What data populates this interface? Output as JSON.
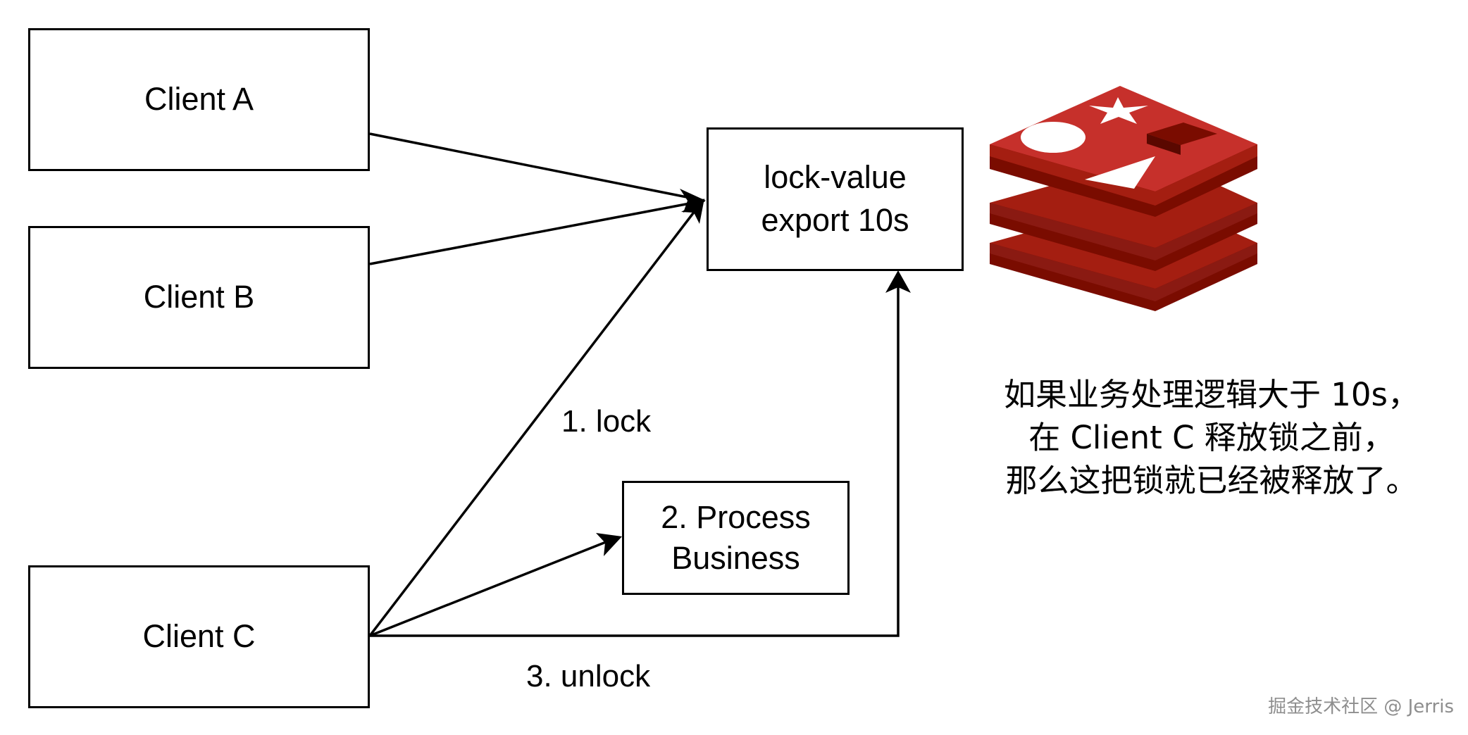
{
  "nodes": {
    "client_a": "Client A",
    "client_b": "Client B",
    "client_c": "Client C",
    "lock_value": [
      "lock-value",
      "export 10s"
    ],
    "process_business": [
      "2. Process",
      "Business"
    ]
  },
  "edges": {
    "lock": "1. lock",
    "unlock": "3. unlock"
  },
  "note": {
    "lines": [
      "如果业务处理逻辑大于 10s，",
      "在 Client C 释放锁之前，",
      "那么这把锁就已经被释放了。"
    ]
  },
  "logo": {
    "name": "redis-logo",
    "colors": {
      "top": "#c6302b",
      "side": "#a41e11",
      "dark": "#7a0c00",
      "shadow": "#8a1a12",
      "white": "#ffffff"
    }
  },
  "watermark": "掘金技术社区 @ Jerris"
}
